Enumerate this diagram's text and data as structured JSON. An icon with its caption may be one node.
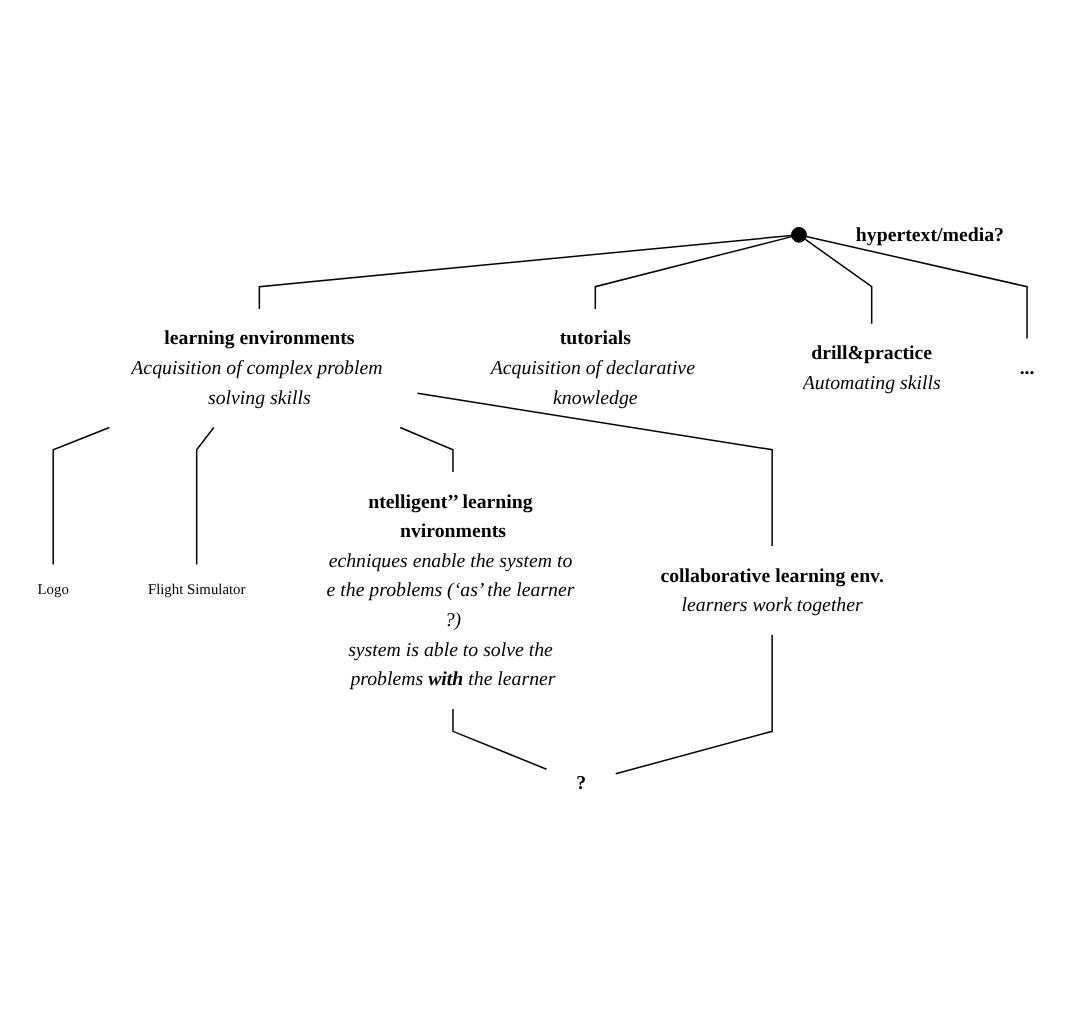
{
  "diagram": {
    "nodes": [
      {
        "text": [],
        "shape": "point"
      },
      {
        "text": [
          "learning environments",
          "Acquisition of complex problem solving skills"
        ]
      },
      {
        "text": [
          "tutorials",
          "Acquisition of declarative knowledge"
        ]
      },
      {
        "text": [
          "drill&practice",
          "Automating skills"
        ]
      },
      {
        "text": [
          "..."
        ]
      },
      {
        "text": [
          "Logo"
        ]
      },
      {
        "text": [
          "Flight Simulator"
        ]
      },
      {
        "text": [
          "ntelligent’’ learning nvironments",
          "echniques enable the system to e the problems (‘as’ the learner ?)",
          "system is able to solve the problems **with** the learner"
        ]
      },
      {
        "text": [
          "hypertext/media?"
        ]
      },
      {
        "text": [
          "collaborative learning env.",
          "learners work together"
        ]
      },
      {
        "text": [
          "?"
        ]
      }
    ],
    "edges": [
      {
        "from": 0,
        "to": 1,
        "arrow": "none"
      },
      {
        "from": 0,
        "to": 2,
        "arrow": "none"
      },
      {
        "from": 0,
        "to": 3,
        "arrow": "none"
      },
      {
        "from": 0,
        "to": 4,
        "arrow": "none"
      },
      {
        "from": 1,
        "to": 5,
        "arrow": "none"
      },
      {
        "from": 1,
        "to": 6,
        "arrow": "none"
      },
      {
        "from": 1,
        "to": 7,
        "arrow": "none"
      },
      {
        "from": 1,
        "to": 9,
        "arrow": "none"
      },
      {
        "from": 7,
        "to": 10,
        "arrow": "none"
      },
      {
        "from": 9,
        "to": 10,
        "arrow": "none"
      }
    ]
  }
}
